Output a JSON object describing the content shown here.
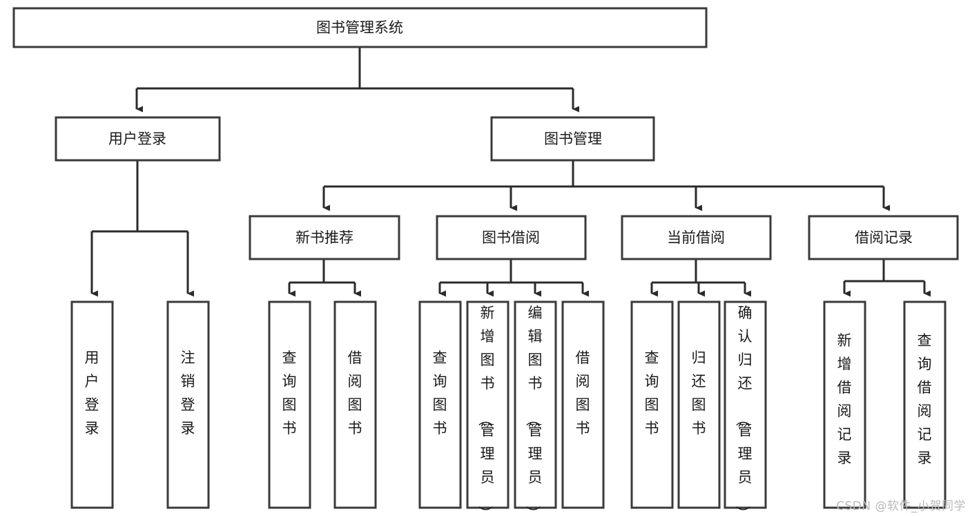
{
  "diagram": {
    "type": "tree-hierarchy",
    "title": "图书管理系统",
    "orientation": "top-down",
    "colors": {
      "box_stroke": "#3a3a3a",
      "box_fill": "#ffffff",
      "edge": "#2b2b2b",
      "text": "#1a1a1a",
      "background": "#ffffff",
      "watermark": "#b9b9b9"
    },
    "root": {
      "label": "图书管理系统"
    },
    "level2": [
      {
        "label": "用户登录"
      },
      {
        "label": "图书管理"
      }
    ],
    "level3": [
      {
        "label": "新书推荐"
      },
      {
        "label": "图书借阅"
      },
      {
        "label": "当前借阅"
      },
      {
        "label": "借阅记录"
      }
    ],
    "leaves": {
      "user_login": [
        {
          "label": "用户登录"
        },
        {
          "label": "注销登录"
        }
      ],
      "new_book_recommend": [
        {
          "label": "查询图书"
        },
        {
          "label": "借阅图书"
        }
      ],
      "book_borrow": [
        {
          "label": "查询图书"
        },
        {
          "label": "新增图书（管理员）"
        },
        {
          "label": "编辑图书（管理员）"
        },
        {
          "label": "借阅图书"
        }
      ],
      "current_borrow": [
        {
          "label": "查询图书"
        },
        {
          "label": "归还图书"
        },
        {
          "label": "确认归还（管理员）"
        }
      ],
      "borrow_record": [
        {
          "label": "新增借阅记录"
        },
        {
          "label": "查询借阅记录"
        }
      ]
    },
    "watermark": "CSDN @软件_小贺同学"
  }
}
